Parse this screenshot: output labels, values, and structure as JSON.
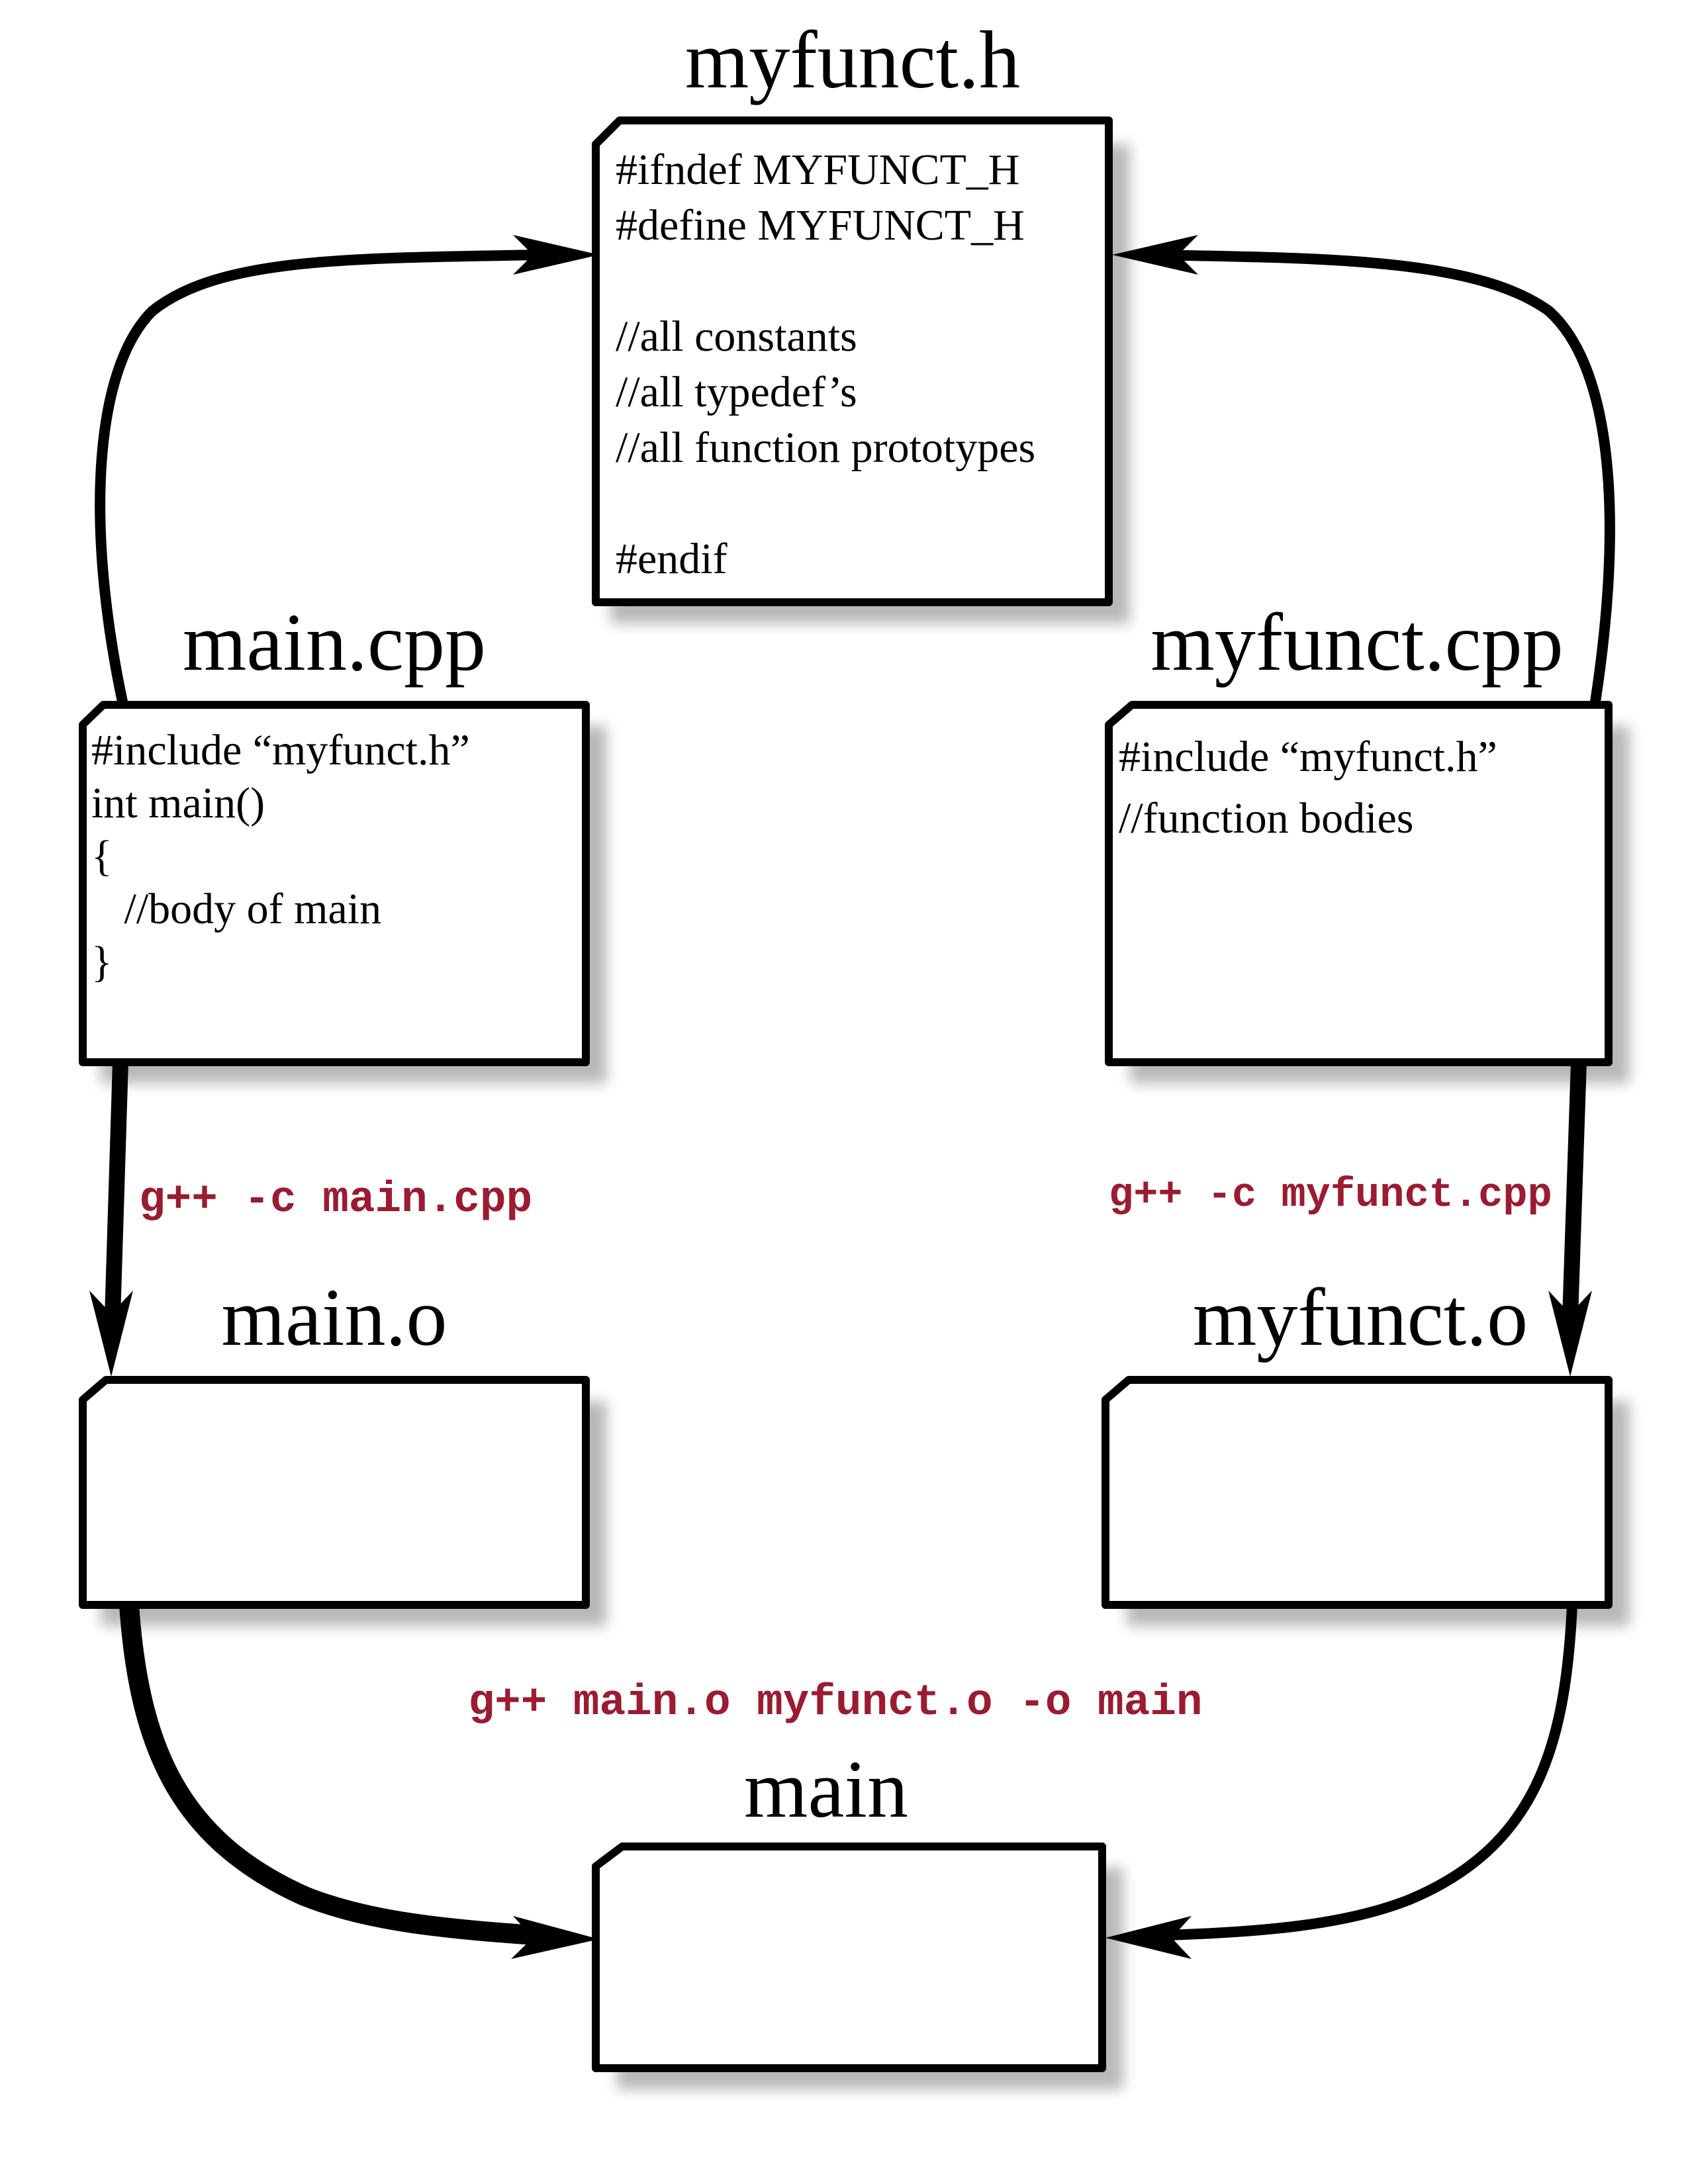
{
  "files": {
    "header": {
      "title": "myfunct.h",
      "lines": [
        "#ifndef MYFUNCT_H",
        "#define MYFUNCT_H",
        "",
        "//all constants",
        "//all typedef’s",
        "//all function prototypes",
        "",
        "#endif"
      ]
    },
    "main_cpp": {
      "title": "main.cpp",
      "lines": [
        "#include “myfunct.h”",
        "int main()",
        "{",
        "   //body of main",
        "}"
      ]
    },
    "myfunct_cpp": {
      "title": "myfunct.cpp",
      "lines": [
        "#include “myfunct.h”",
        "//function bodies"
      ]
    },
    "main_o": {
      "title": "main.o"
    },
    "myfunct_o": {
      "title": "myfunct.o"
    },
    "main_exe": {
      "title": "main"
    }
  },
  "commands": {
    "compile_main": "g++ -c main.cpp",
    "compile_myfunct": "g++ -c myfunct.cpp",
    "link": "g++ main.o myfunct.o -o main"
  },
  "colors": {
    "command_text": "#9b1b30",
    "stroke": "#000000",
    "box_fill": "#ffffff"
  }
}
